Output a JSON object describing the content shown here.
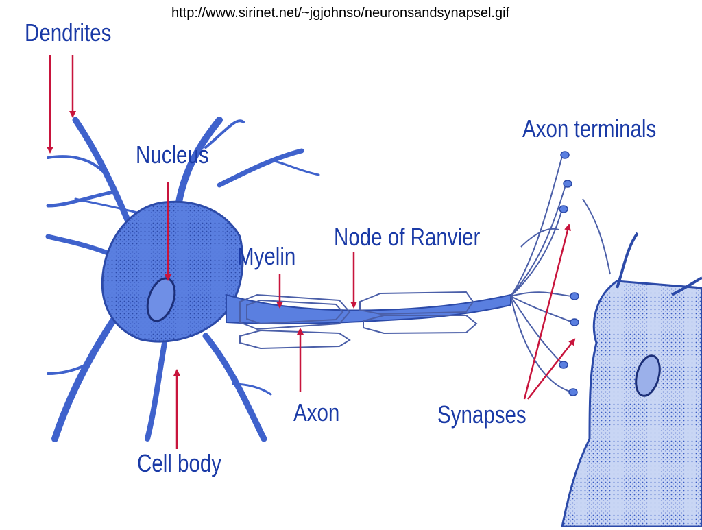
{
  "source_url": "http://www.sirinet.net/~jgjohnso/neuronsandsynapsel.gif",
  "labels": {
    "dendrites": "Dendrites",
    "nucleus": "Nucleus",
    "myelin": "Myelin",
    "node_of_ranvier": "Node of Ranvier",
    "axon_terminals": "Axon terminals",
    "axon": "Axon",
    "synapses": "Synapses",
    "cell_body": "Cell body"
  },
  "colors": {
    "label_text": "#1a3aa6",
    "neuron_fill": "#5a7fe0",
    "neuron_outline": "#2c4aa8",
    "second_neuron_fill": "#c9d6f4",
    "myelin_outline": "#4b5fa8",
    "arrow": "#c8143c",
    "url_text": "#000000"
  }
}
